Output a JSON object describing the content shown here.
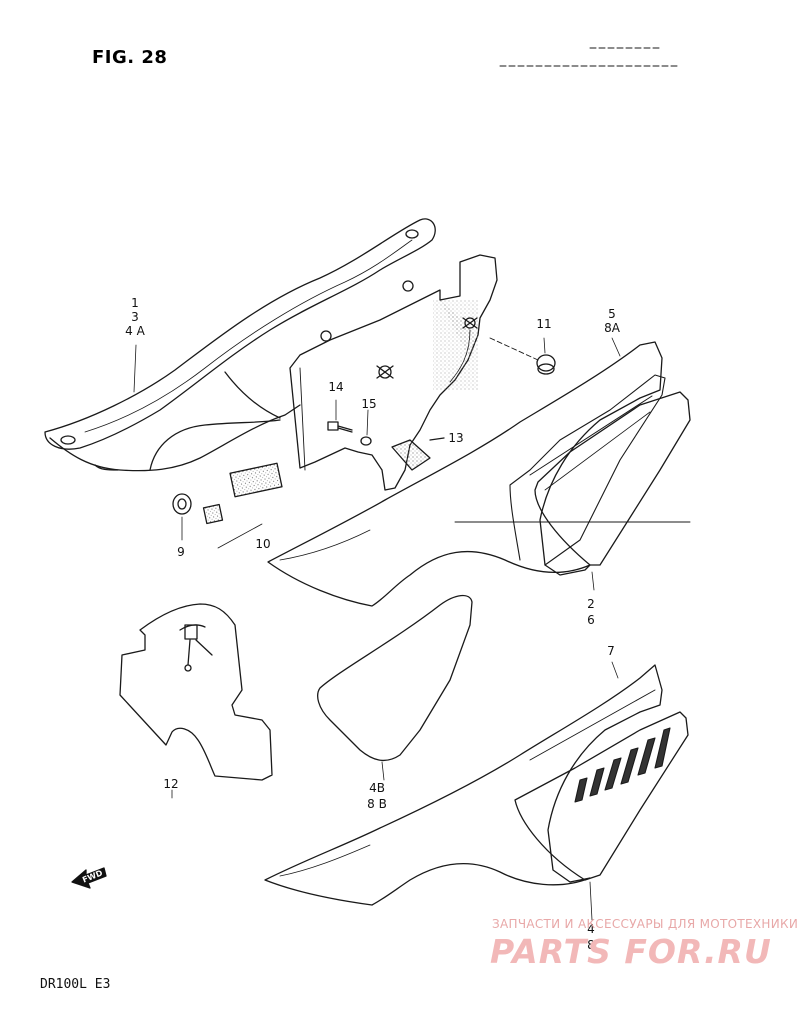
{
  "figure": {
    "title": "FIG. 28",
    "model_code": "DR100L  E3",
    "direction_arrow": "FWD"
  },
  "part_labels": {
    "p1_3_4a": [
      "1",
      "3",
      "4 A"
    ],
    "p5_8a": [
      "5",
      "8A"
    ],
    "p11": "11",
    "p14": "14",
    "p15": "15",
    "p13": "13",
    "p9": "9",
    "p10": "10",
    "p2_6": [
      "2",
      "6"
    ],
    "p7": "7",
    "p12": "12",
    "p4b_8b": [
      "4B",
      "8 B"
    ],
    "p4_8": [
      "4",
      "8"
    ]
  },
  "watermark": {
    "text": "ЗАПЧАСТИ И АКСЕССУАРЫ ДЛЯ МОТОТЕХНИКИ",
    "brand": "PARTS FOR.RU",
    "color": "#f2b8b8"
  },
  "colors": {
    "line": "#1a1a1a",
    "paper": "#ffffff",
    "shade": "#8a8a8a"
  }
}
